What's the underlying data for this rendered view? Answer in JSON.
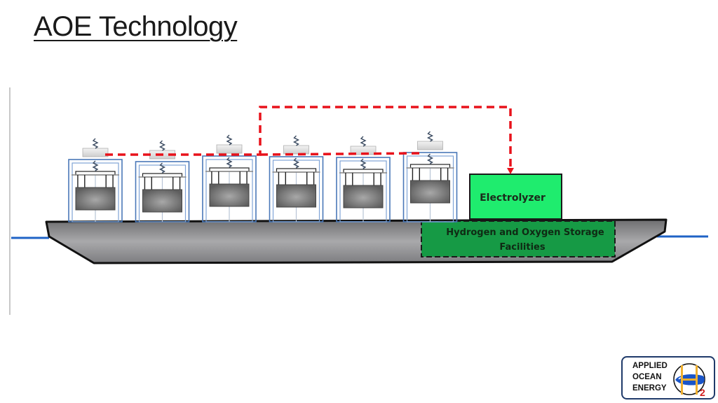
{
  "slide": {
    "title": "AOE Technology"
  },
  "diagram": {
    "units_count": 6,
    "electrolyzer_label": "Electrolyzer",
    "storage_label_line1": "Hydrogen and Oxygen Storage",
    "storage_label_line2": "Facilities",
    "colors": {
      "electrolyzer_fill": "#1fec6e",
      "storage_fill": "#169a45",
      "power_line": "#e8121b",
      "water_line": "#1f63c6",
      "hull": "#8a8a8c",
      "frame": "#4a78b8"
    }
  },
  "logo": {
    "line1": "APPLIED",
    "line2": "OCEAN",
    "line3": "ENERGY",
    "mark_subscript": "2",
    "icon": "h2-wave-icon"
  }
}
